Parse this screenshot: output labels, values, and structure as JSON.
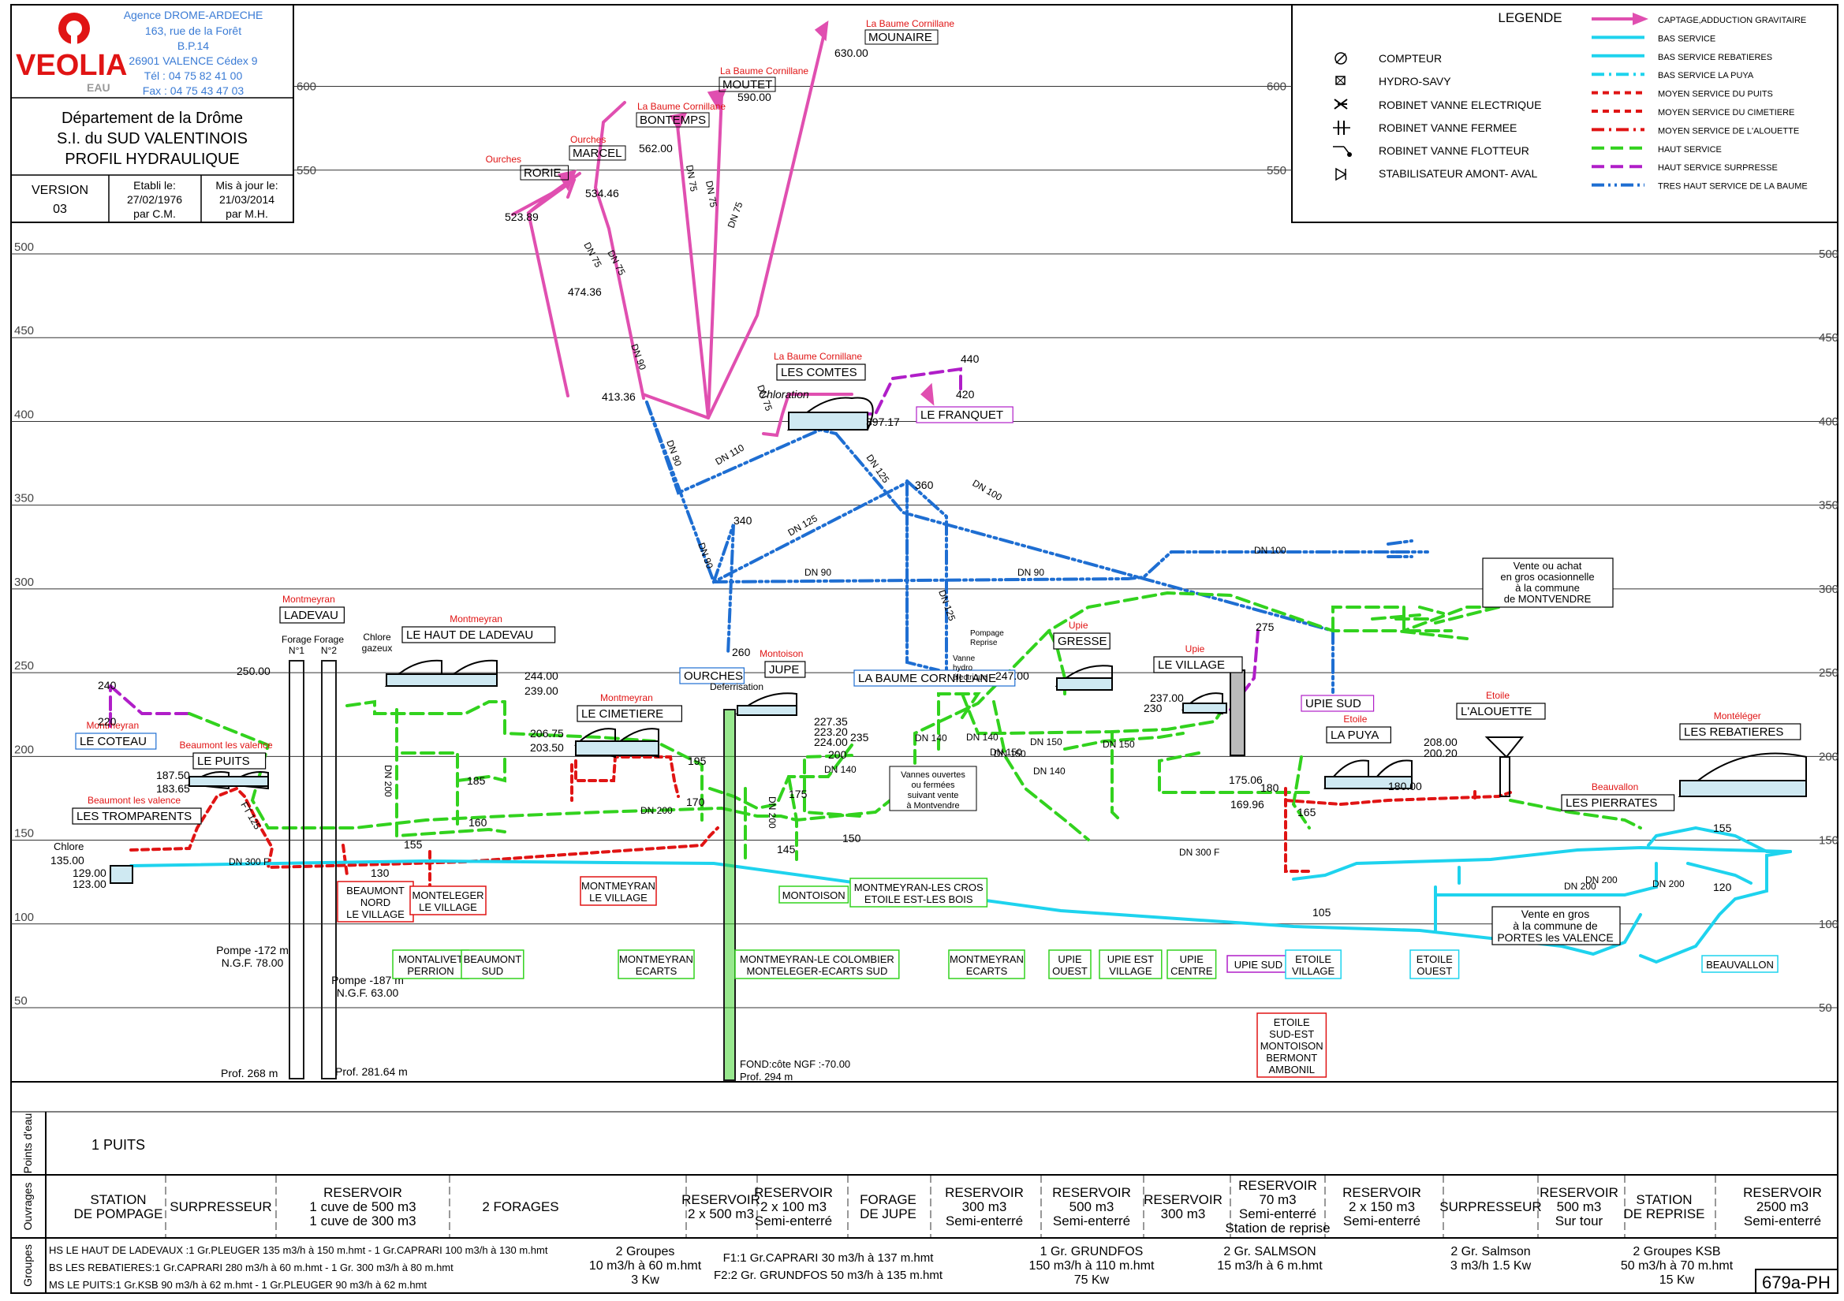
{
  "agency": {
    "brand": "VEOLIA",
    "sub": "EAU",
    "lines": [
      "Agence DROME-ARDECHE",
      "163, rue de la Forêt",
      "B.P.14",
      "26901 VALENCE Cédex 9",
      "Tél : 04 75 82 41 00",
      "Fax : 04 75 43 47 03"
    ]
  },
  "title_block": {
    "lines": [
      "Département de la Drôme",
      "S.I. du SUD VALENTINOIS",
      "PROFIL HYDRAULIQUE"
    ],
    "version_label": "VERSION",
    "version_value": "03",
    "etabli": [
      "Etabli le:",
      "27/02/1976",
      "par C.M."
    ],
    "maj": [
      "Mis à jour le:",
      "21/03/2014",
      "par M.H."
    ]
  },
  "legend": {
    "title": "LEGENDE",
    "symbols": [
      "COMPTEUR",
      "HYDRO-SAVY",
      "ROBINET VANNE ELECTRIQUE",
      "ROBINET VANNE FERMEE",
      "ROBINET VANNE FLOTTEUR",
      "STABILISATEUR  AMONT- AVAL"
    ],
    "lines": [
      {
        "label": "CAPTAGE,ADDUCTION GRAVITAIRE",
        "color": "#e04fb0",
        "dash": ""
      },
      {
        "label": "BAS SERVICE",
        "color": "#1ed3ee",
        "dash": ""
      },
      {
        "label": "BAS SERVICE REBATIERES",
        "color": "#1ed3ee",
        "dash": ""
      },
      {
        "label": "BAS SERVICE LA PUYA",
        "color": "#1ed3ee",
        "dash": "16,6,3,6"
      },
      {
        "label": "MOYEN SERVICE DU PUITS",
        "color": "#e01414",
        "dash": "8,6"
      },
      {
        "label": "MOYEN SERVICE DU CIMETIERE",
        "color": "#e01414",
        "dash": "8,6"
      },
      {
        "label": "MOYEN SERVICE DE L'ALOUETTE",
        "color": "#e01414",
        "dash": "16,6,3,6"
      },
      {
        "label": "HAUT SERVICE",
        "color": "#32d21e",
        "dash": "16,8"
      },
      {
        "label": "HAUT SERVICE SURPRESSE",
        "color": "#b01ec8",
        "dash": "16,8"
      },
      {
        "label": "TRES HAUT SERVICE DE LA BAUME",
        "color": "#1e6ed2",
        "dash": "16,5,3,5,3,5"
      }
    ]
  },
  "axis": {
    "ticks": [
      "500",
      "450",
      "400",
      "350",
      "300",
      "250",
      "200",
      "150",
      "100",
      "50"
    ],
    "ticks_upper": [
      "600",
      "550"
    ]
  },
  "sources": [
    {
      "name": "MOUNAIRE",
      "commune": "La Baume Cornillane",
      "elev": "630.00"
    },
    {
      "name": "MOUTET",
      "commune": "La Baume Cornillane",
      "elev": "590.00"
    },
    {
      "name": "BONTEMPS",
      "commune": "La Baume Cornillane",
      "elev": "562.00"
    },
    {
      "name": "MARCEL",
      "commune": "Ourches",
      "elev": "534.46"
    },
    {
      "name": "RORIE",
      "commune": "Ourches",
      "elev": "523.89"
    }
  ],
  "sites": [
    {
      "name": "LES COMTES",
      "commune": "La Baume Cornillane"
    },
    {
      "name": "LE FRANQUET",
      "commune": ""
    },
    {
      "name": "LADEVAU",
      "commune": "Montmeyran"
    },
    {
      "name": "LE HAUT DE LADEVAU",
      "commune": "Montmeyran"
    },
    {
      "name": "LE COTEAU",
      "commune": "Montmeyran"
    },
    {
      "name": "LE PUITS",
      "commune": "Beaumont les valence"
    },
    {
      "name": "LES TROMPARENTS",
      "commune": "Beaumont les valence"
    },
    {
      "name": "LE CIMETIERE",
      "commune": "Montmeyran"
    },
    {
      "name": "OURCHES",
      "commune": ""
    },
    {
      "name": "JUPE",
      "commune": "Montoison"
    },
    {
      "name": "LA BAUME CORNILLANE",
      "commune": ""
    },
    {
      "name": "GRESSE",
      "commune": "Upie"
    },
    {
      "name": "LE VILLAGE",
      "commune": "Upie"
    },
    {
      "name": "UPIE SUD",
      "commune": ""
    },
    {
      "name": "L'ALOUETTE",
      "commune": "Etoile"
    },
    {
      "name": "LA PUYA",
      "commune": "Etoile"
    },
    {
      "name": "LES REBATIERES",
      "commune": "Montéléger"
    },
    {
      "name": "LES PIERRATES",
      "commune": "Beauvallon"
    }
  ],
  "elevations": [
    "413.36",
    "474.36",
    "397.17",
    "440",
    "420",
    "360",
    "340",
    "260",
    "250.00",
    "244.00",
    "239.00",
    "240",
    "220",
    "187.50",
    "183.65",
    "135.00",
    "129.00",
    "123.00",
    "206.75",
    "203.50",
    "195",
    "185",
    "160",
    "170",
    "227.35",
    "223.20",
    "224.00",
    "235",
    "200",
    "175",
    "145",
    "150",
    "130",
    "155",
    "247.00",
    "237.00",
    "230",
    "275",
    "175.06",
    "169.96",
    "180",
    "165",
    "180.00",
    "208.00",
    "200.20",
    "155",
    "120",
    "105"
  ],
  "pipes": [
    "DN 75",
    "DN 90",
    "DN 110",
    "DN 125",
    "DN 100",
    "DN 140",
    "DN 150",
    "DN 200",
    "DN 300 F",
    "FT 125"
  ],
  "misc_labels": {
    "chloration": "Chloration",
    "chlore_gazeux": "Chlore gazeux",
    "chlore": "Chlore",
    "deferrisation": "Deferrisation",
    "pompage_reprise": "Pompage Reprise",
    "vanne_hydro": "Vanne hydro électrique",
    "forage1": "Forage N°1",
    "forage2": "Forage N°2",
    "pompe1": "Pompe -172 m N.G.F. 78.00",
    "pompe2": "Pompe -187 m N.G.F. 63.00",
    "prof1": "Prof. 268 m",
    "prof2": "Prof. 281.64 m",
    "fond": "FOND:côte NGF :-70.00",
    "prof3": "Prof. 294 m",
    "vannes_note": "Vannes ouvertes ou fermées suivant vente à Montvendre",
    "vente_montvendre": "Vente ou achat en gros ocasionnelle à la commune de MONTVENDRE",
    "vente_portes": "Vente en gros à la commune de PORTES les VALENCE",
    "plan_no": "679a-PH"
  },
  "distribution": [
    "BEAUMONT NORD LE VILLAGE",
    "MONTELEGER LE VILLAGE",
    "MONTMEYRAN LE VILLAGE",
    "MONTOISON",
    "MONTMEYRAN-LES CROS ETOILE EST-LES BOIS",
    "MONTALIVET PERRION",
    "BEAUMONT SUD",
    "MONTMEYRAN ECARTS",
    "MONTMEYRAN-LE COLOMBIER MONTELEGER-ECARTS SUD",
    "MONTMEYRAN ECARTS",
    "UPIE OUEST",
    "UPIE EST VILLAGE",
    "UPIE CENTRE",
    "UPIE SUD",
    "ETOILE VILLAGE",
    "ETOILE OUEST",
    "BEAUVALLON",
    "ETOILE SUD-EST MONTOISON BERMONT AMBONIL"
  ],
  "bottom_table": {
    "row_labels": [
      "Points d'eau",
      "Ouvrages",
      "Groupes"
    ],
    "points": "1 PUITS",
    "ouvrages": [
      "STATION DE POMPAGE",
      "SURPRESSEUR",
      "RESERVOIR 1 cuve de 500 m3 1 cuve de 300 m3",
      "2 FORAGES",
      "RESERVOIR 2 x 500 m3",
      "RESERVOIR 2 x 100 m3 Semi-enterré",
      "FORAGE DE JUPE",
      "RESERVOIR 300 m3 Semi-enterré",
      "RESERVOIR 500 m3 Semi-enterré",
      "RESERVOIR 300 m3",
      "RESERVOIR 70 m3 Semi-enterré Station de reprise",
      "RESERVOIR 2 x 150 m3 Semi-enterré",
      "SURPRESSEUR",
      "RESERVOIR 500 m3 Sur tour",
      "STATION DE REPRISE",
      "RESERVOIR 2500 m3 Semi-enterré"
    ],
    "groupes": [
      "HS LE HAUT DE LADEVAUX :1 Gr.PLEUGER 135 m3/h à 150 m.hmt - 1 Gr.CAPRARI 100 m3/h à 130 m.hmt",
      "BS LES REBATIERES:1 Gr.CAPRARI 280 m3/h à 60 m.hmt - 1 Gr. 300 m3/h à 80 m.hmt",
      "MS LE PUITS:1 Gr.KSB 90 m3/h à 62 m.hmt - 1 Gr.PLEUGER 90 m3/h à 62 m.hmt",
      "2 Groupes 10 m3/h à 60 m.hmt 3 Kw",
      "F1:1 Gr.CAPRARI 30 m3/h à 137 m.hmt",
      "F2:2 Gr. GRUNDFOS 50 m3/h à 135 m.hmt",
      "1 Gr. GRUNDFOS 150 m3/h à 110 m.hmt 75 Kw",
      "2 Gr. SALMSON 15 m3/h à 6 m.hmt",
      "2 Gr. Salmson 3 m3/h 1.5 Kw",
      "2 Groupes KSB 50 m3/h à 70 m.hmt 15 Kw"
    ]
  }
}
